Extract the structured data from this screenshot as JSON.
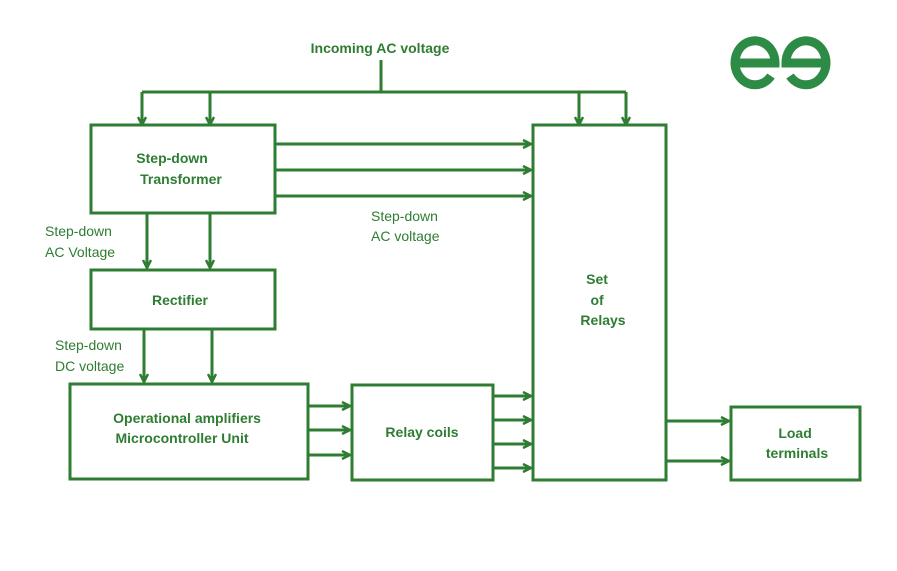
{
  "colors": {
    "accent": "#2e7d32",
    "background": "#ffffff"
  },
  "top_label": "Incoming AC voltage",
  "blocks": {
    "transformer": [
      "Step-down",
      "Transformer"
    ],
    "rectifier": [
      "Rectifier"
    ],
    "opamp": [
      "Operational amplifiers",
      "Microcontroller Unit"
    ],
    "relay_coils": [
      "Relay coils"
    ],
    "relays": [
      "Set",
      "of",
      "Relays"
    ],
    "load": [
      "Load",
      "terminals"
    ]
  },
  "edge_labels": {
    "stepdown_ac_left": [
      "Step-down",
      "AC Voltage"
    ],
    "stepdown_ac_mid": [
      "Step-down",
      "AC voltage"
    ],
    "stepdown_dc": [
      "Step-down",
      "DC voltage"
    ]
  },
  "logo": {
    "icon": "gfg-logo-icon"
  }
}
